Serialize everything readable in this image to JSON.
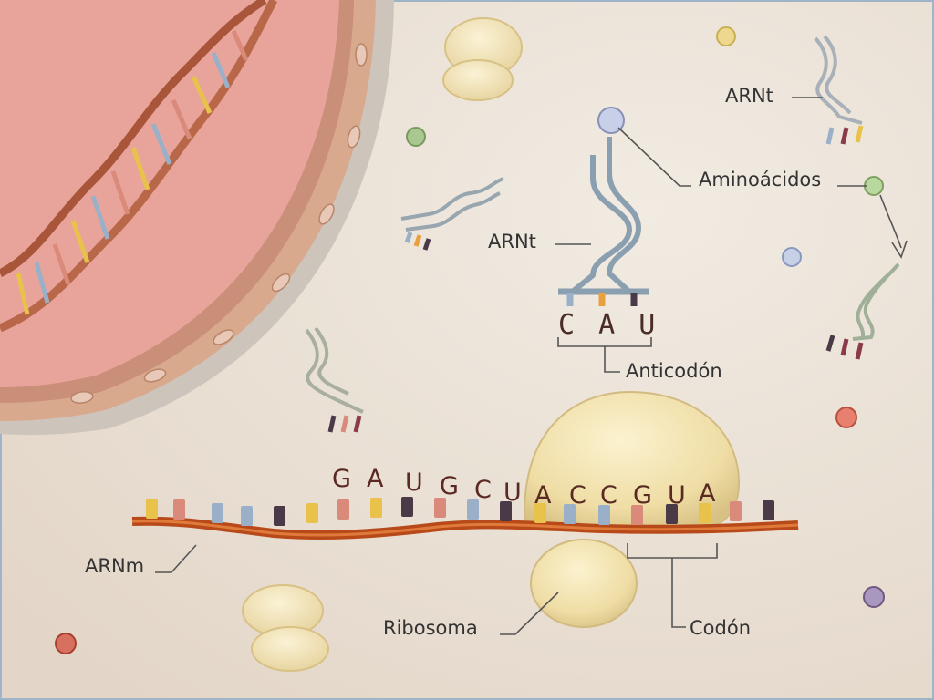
{
  "labels": {
    "trna_top_right": "ARNt",
    "amino_acids": "Aminoácidos",
    "trna_center": "ARNt",
    "anticodon": "Anticodón",
    "mrna": "ARNm",
    "ribosome": "Ribosoma",
    "codon": "Codón"
  },
  "anticodon_sequence": [
    "C",
    "A",
    "U"
  ],
  "mrna_sequence": [
    "G",
    "A",
    "U",
    "G",
    "C",
    "U",
    "A",
    "C",
    "C",
    "G",
    "U",
    "A"
  ],
  "colors": {
    "background": "#ece4da",
    "nucleus": "#e8a49a",
    "nuclear_envelope": "#d9a98d",
    "mrna_strand": "#c85a2a",
    "ribosome": "#f2e4b0",
    "trna": "#8aa0b0",
    "base_red": "#d98a7a",
    "base_yellow": "#e8c24a",
    "base_blue": "#9ab0c8",
    "base_dark": "#4a3a48"
  }
}
